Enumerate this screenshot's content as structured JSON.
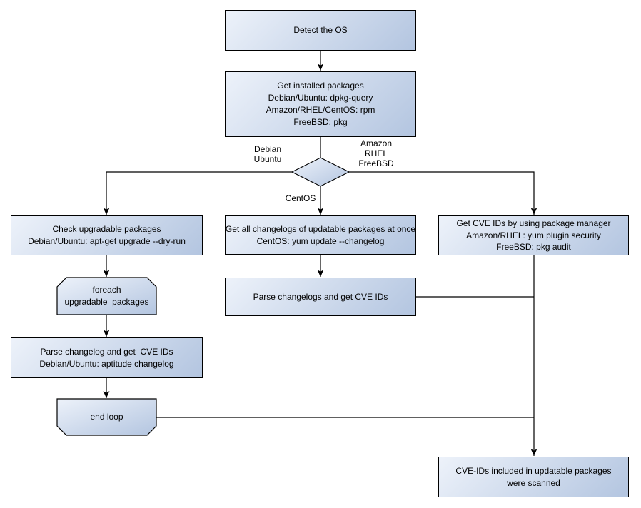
{
  "colors": {
    "node_fill_light": "#edf2fa",
    "node_fill_dark": "#b3c5e0",
    "node_border": "#000000",
    "connector": "#000000",
    "text": "#000000",
    "canvas_bg": "#ffffff"
  },
  "nodes": {
    "detect_os": {
      "label": "Detect the OS"
    },
    "get_installed_packages": {
      "label": "Get installed packages\nDebian/Ubuntu: dpkg-query\nAmazon/RHEL/CentOS: rpm\nFreeBSD: pkg"
    },
    "check_upgradable_packages": {
      "label": "Check upgradable packages\nDebian/Ubuntu: apt-get upgrade --dry-run"
    },
    "foreach_loop_start": {
      "label": "foreach\nupgradable  packages"
    },
    "parse_changelog_debian": {
      "label": "Parse changelog and get  CVE IDs\nDebian/Ubuntu: aptitude changelog"
    },
    "end_loop": {
      "label": "end loop"
    },
    "get_all_changelogs": {
      "label": "Get all changelogs of updatable packages at once\nCentOS: yum update --changelog"
    },
    "parse_changelogs_centos": {
      "label": "Parse changelogs and get CVE IDs"
    },
    "get_cve_ids_package_manager": {
      "label": "Get CVE IDs by using package manager\nAmazon/RHEL: yum plugin security\nFreeBSD: pkg audit"
    },
    "result_scanned": {
      "label": "CVE-IDs included in updatable packages\nwere scanned"
    }
  },
  "edge_labels": {
    "left_branch": "Debian\nUbuntu",
    "right_branch": "Amazon\nRHEL\nFreeBSD",
    "down_branch": "CentOS"
  }
}
